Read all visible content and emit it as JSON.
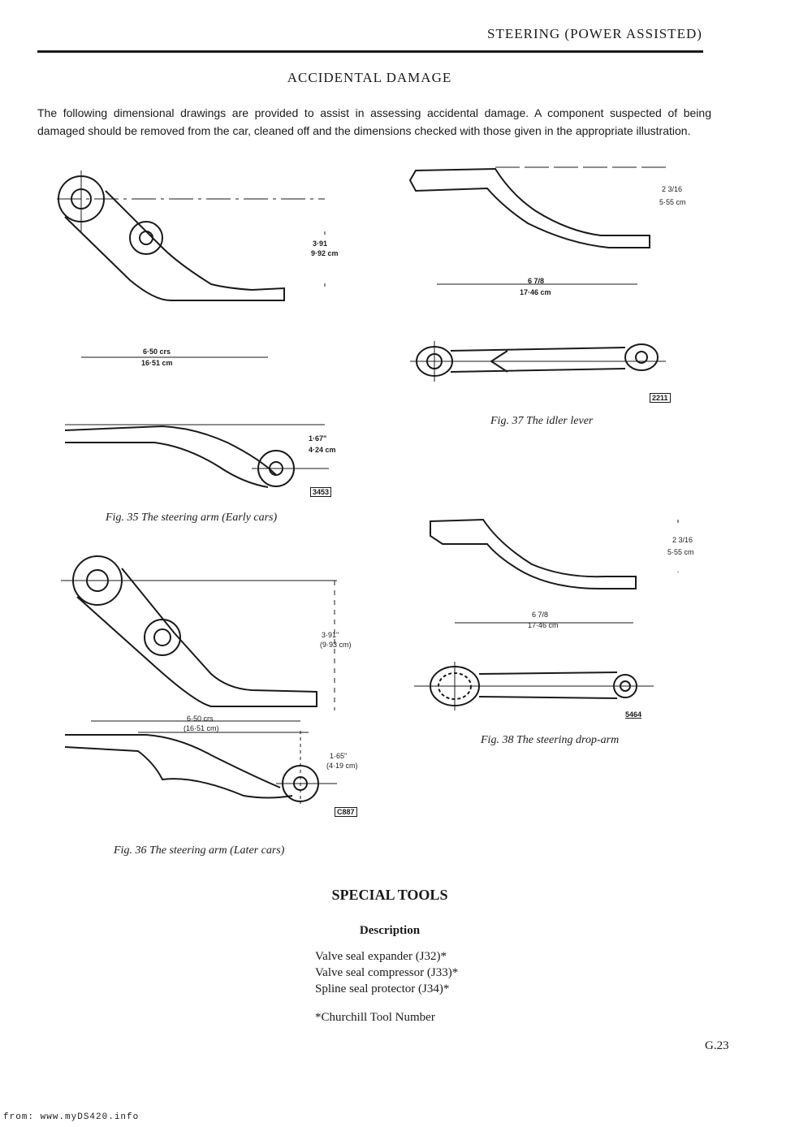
{
  "header": {
    "running_title": "STEERING (POWER ASSISTED)"
  },
  "section": {
    "title": "ACCIDENTAL DAMAGE",
    "intro": "The following dimensional drawings are provided to assist in assessing accidental damage. A component suspected of being damaged should be removed from the car, cleaned off and the dimensions checked with those given in the appropriate illustration."
  },
  "fig35": {
    "caption": "Fig. 35   The steering arm (Early cars)",
    "dim_height": "3·91",
    "dim_height_metric": "9·92 cm",
    "dim_length": "6·50 crs",
    "dim_length_metric": "16·51 cm",
    "dim_offset": "1·67\"",
    "dim_offset_metric": "4·24 cm",
    "ref": "3453"
  },
  "fig36": {
    "caption": "Fig. 36   The steering arm (Later cars)",
    "dim_height": "3·91\"",
    "dim_height_metric": "(9·93 cm)",
    "dim_length": "6·50 crs",
    "dim_length_metric": "(16·51 cm)",
    "dim_offset": "1·65\"",
    "dim_offset_metric": "(4·19 cm)",
    "ref": "C887"
  },
  "fig37": {
    "caption": "Fig. 37   The idler lever",
    "dim_offset": "2 3/16",
    "dim_offset_metric": "5·55 cm",
    "dim_length": "6 7/8",
    "dim_length_metric": "17·46 cm",
    "ref": "2211"
  },
  "fig38": {
    "caption": "Fig. 38   The steering drop-arm",
    "dim_offset": "2 3/16",
    "dim_offset_metric": "5·55 cm",
    "dim_length": "6 7/8",
    "dim_length_metric": "17·46 cm",
    "ref": "5464"
  },
  "special_tools": {
    "title": "SPECIAL TOOLS",
    "column_header": "Description",
    "items": [
      "Valve seal expander (J32)*",
      "Valve seal compressor (J33)*",
      "Spline seal protector (J34)*"
    ],
    "footnote": "*Churchill Tool Number"
  },
  "page_number": "G.23",
  "footer": "from: www.myDS420.info"
}
